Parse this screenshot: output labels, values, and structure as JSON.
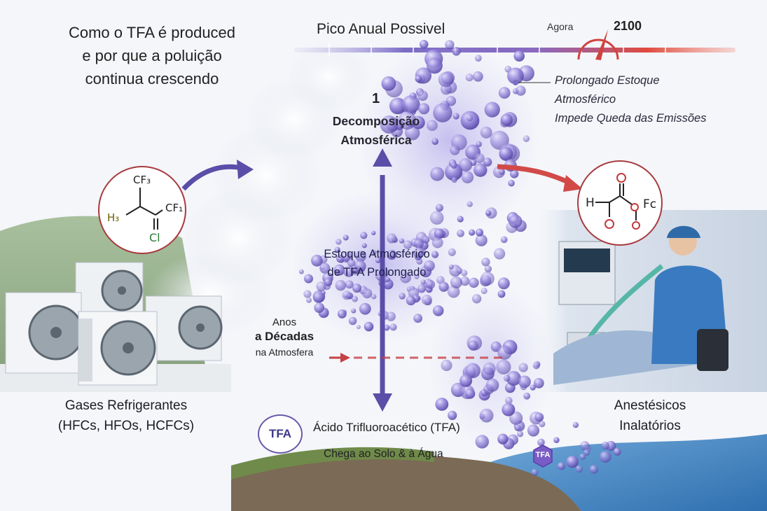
{
  "title": {
    "lines": [
      "Como o TFA é produced",
      "e por que a poluição",
      "continua crescendo"
    ]
  },
  "timeline": {
    "title": "Pico Anual Possivel",
    "now_label": "Agora",
    "year_label": "2100"
  },
  "stock_note": {
    "lines": [
      "Prolongado  Estoque",
      "Atmosférico",
      "Impede Queda das Emissões"
    ]
  },
  "step": {
    "number": "1",
    "label_lines": [
      "Decomposição",
      "Atmosférica"
    ]
  },
  "stock": {
    "lines": [
      "Estoque Atmosférico",
      "de TFA Prolongado"
    ]
  },
  "residence": {
    "line1": "Anos",
    "line2": "a Décadas",
    "line3": "na Atmosfera"
  },
  "sources": {
    "refrigerants": {
      "lines": [
        "Gases Refrigerantes",
        "(HFCs, HFOs, HCFCs)"
      ]
    },
    "anesthetics": {
      "lines": [
        "Anestésicos",
        "Inalatórios"
      ]
    }
  },
  "tfa": {
    "badge": "TFA",
    "name": "Ácido Trifluoroacético (TFA)",
    "destination": "Chega ao Solo & à Água",
    "hex_badge": "TFA"
  },
  "molecule_left": {
    "top": "CF₃",
    "right": "CF₁",
    "left": "H₃",
    "bottom": "Cl"
  },
  "molecule_right": {
    "h": "H",
    "f": "Fc"
  },
  "colors": {
    "purple": "#5a4ea8",
    "red": "#c64045",
    "timeline_start": "#7b6cc6",
    "timeline_end": "#e04a3e"
  }
}
